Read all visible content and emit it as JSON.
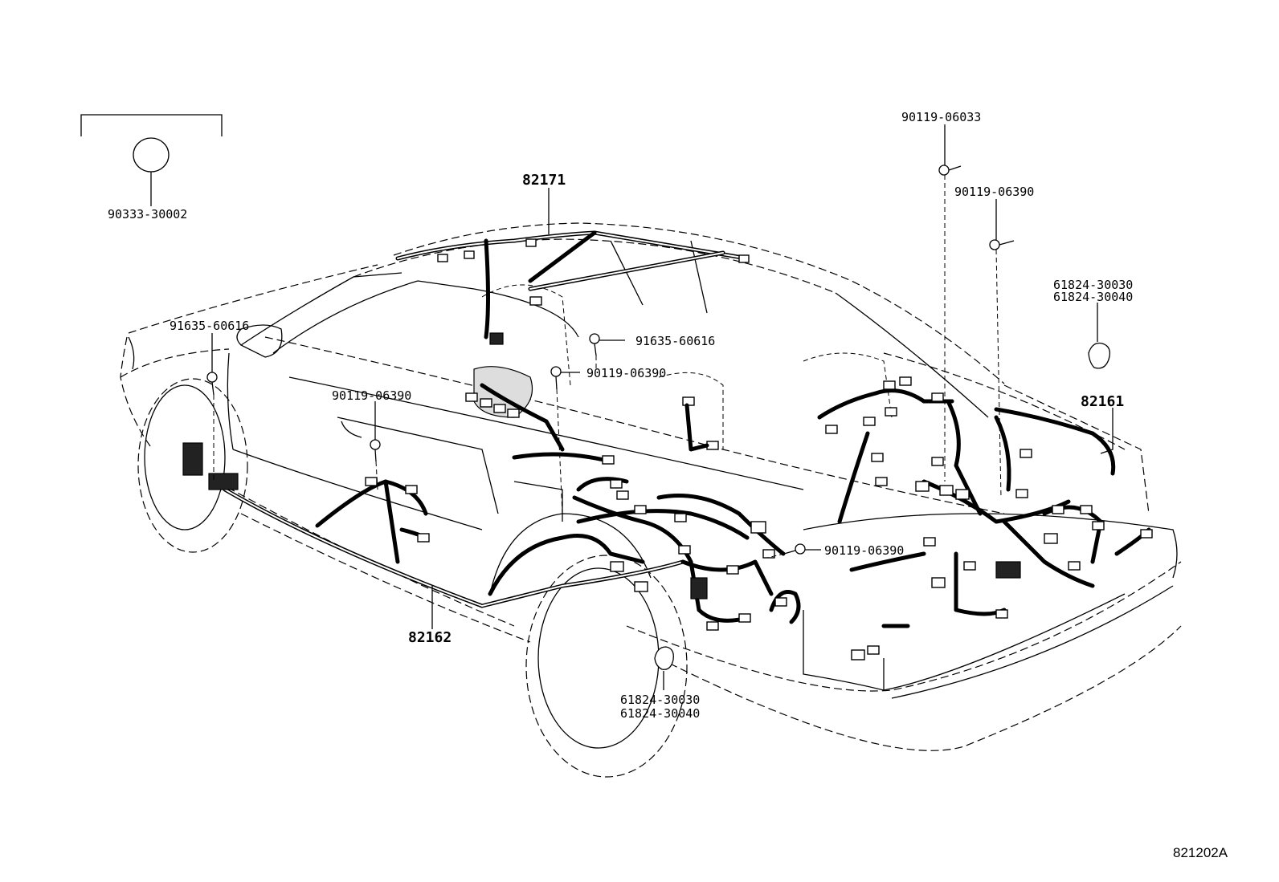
{
  "diagram_id": "821202A",
  "parts": {
    "p90333_30002": "90333-30002",
    "p82171": "82171",
    "p90119_06033": "90119-06033",
    "p90119_06390_top": "90119-06390",
    "p61824_top_a": "61824-30030",
    "p61824_top_b": "61824-30040",
    "p91635_left": "91635-60616",
    "p91635_center": "91635-60616",
    "p90119_06390_center": "90119-06390",
    "p90119_06390_left": "90119-06390",
    "p82161": "82161",
    "p90119_06390_right": "90119-06390",
    "p82162": "82162",
    "p61824_bottom_a": "61824-30030",
    "p61824_bottom_b": "61824-30040"
  }
}
